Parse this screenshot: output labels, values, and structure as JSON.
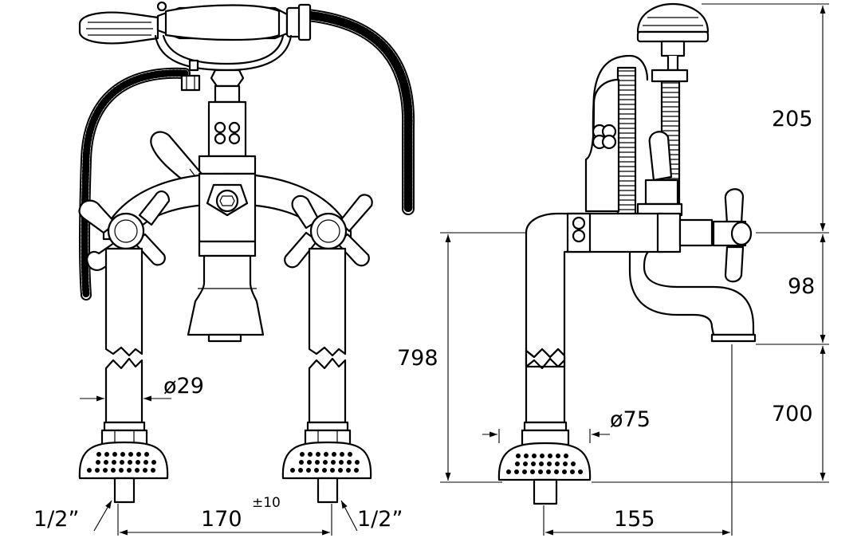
{
  "dimensions": {
    "height_total": "205",
    "height_spout_to_handles": "98",
    "height_overall": "798",
    "height_spout_to_floor": "700",
    "pillar_diameter": "ø29",
    "base_diameter": "ø75",
    "centres": "170",
    "centres_tolerance": "±10",
    "thread_left": "1/2”",
    "thread_right": "1/2”",
    "projection": "155"
  }
}
